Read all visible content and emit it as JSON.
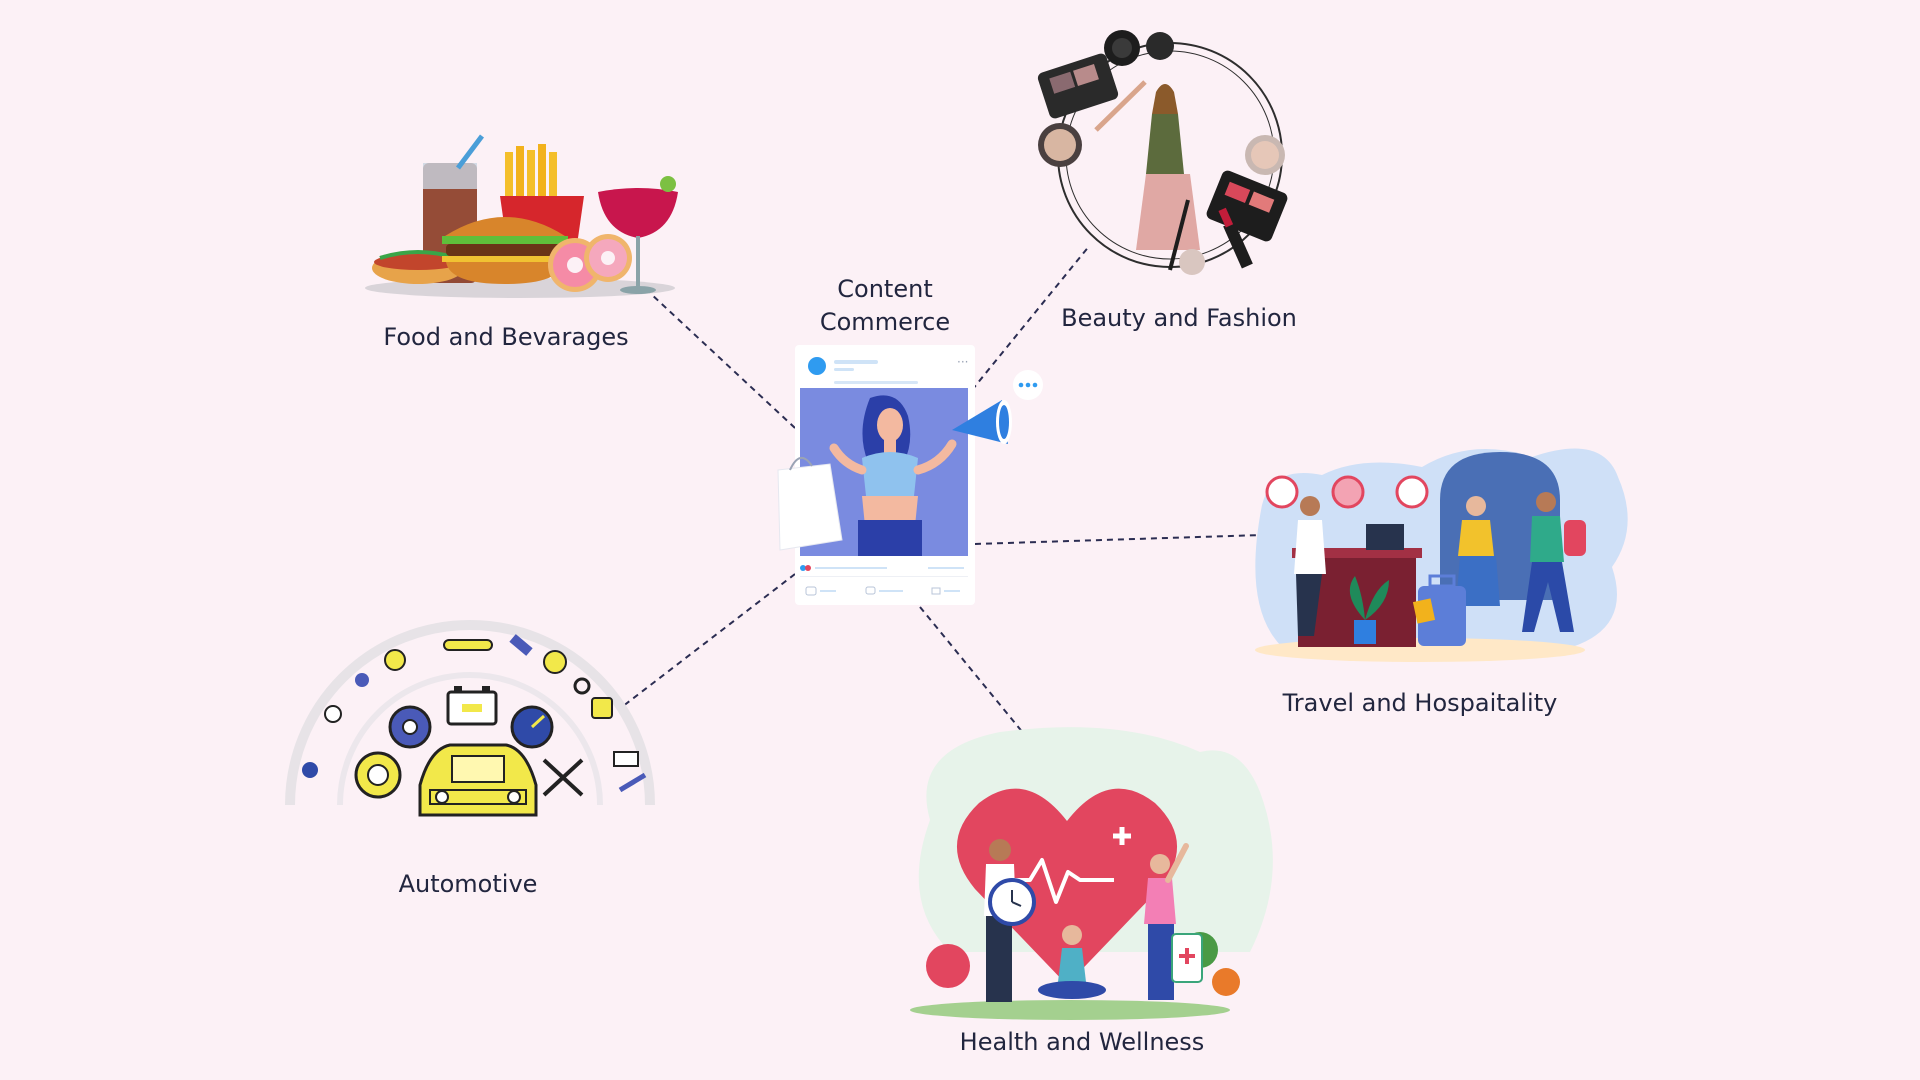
{
  "center": {
    "title_line1": "Content",
    "title_line2": "Commerce"
  },
  "nodes": {
    "food": "Food and Bevarages",
    "beauty": "Beauty and Fashion",
    "travel": "Travel and Hospaitality",
    "automotive": "Automotive",
    "health": "Health and Wellness"
  },
  "colors": {
    "background": "#fcf1f6",
    "connector": "#2b2d52",
    "accent_blue": "#7a8be0",
    "heart_red": "#e2465f"
  }
}
